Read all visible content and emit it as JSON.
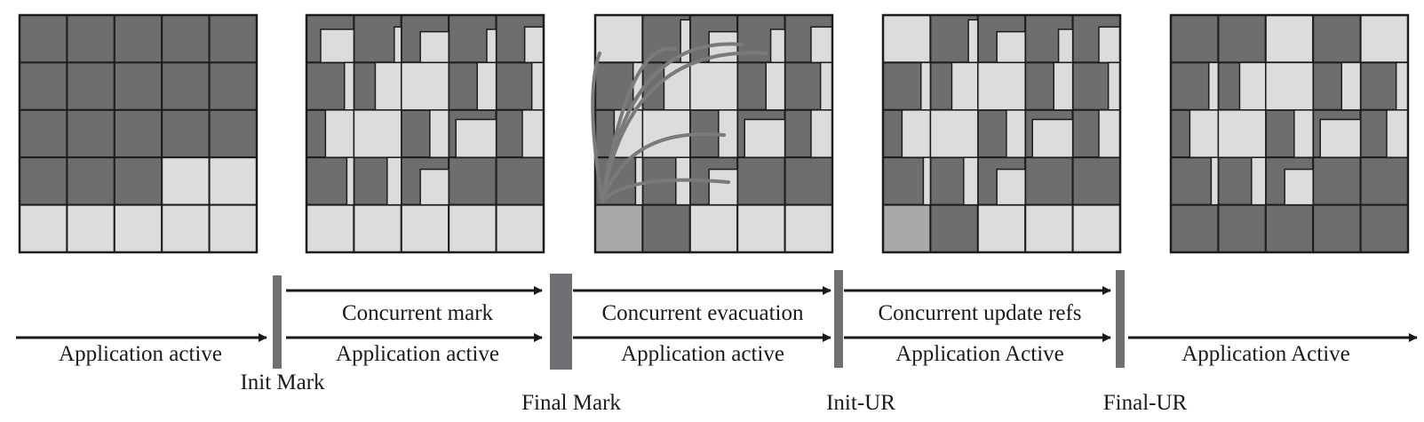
{
  "colors": {
    "live": "#6e6e6e",
    "free": "#dcdcdc",
    "collection_set": "#a9a9a9",
    "border": "#1c1c1c",
    "pause_bar": "#6f6f74",
    "evacuation_arc": "#7a7a7a"
  },
  "phases": {
    "app_1": "Application active",
    "concurrent_mark": "Concurrent mark",
    "app_2": "Application active",
    "concurrent_evacuation": "Concurrent evacuation",
    "app_3": "Application active",
    "concurrent_update_refs": "Concurrent update refs",
    "app_4": "Application Active",
    "app_5": "Application Active"
  },
  "pauses": {
    "init_mark": "Init Mark",
    "final_mark": "Final Mark",
    "init_ur": "Init-UR",
    "final_ur": "Final-UR"
  }
}
